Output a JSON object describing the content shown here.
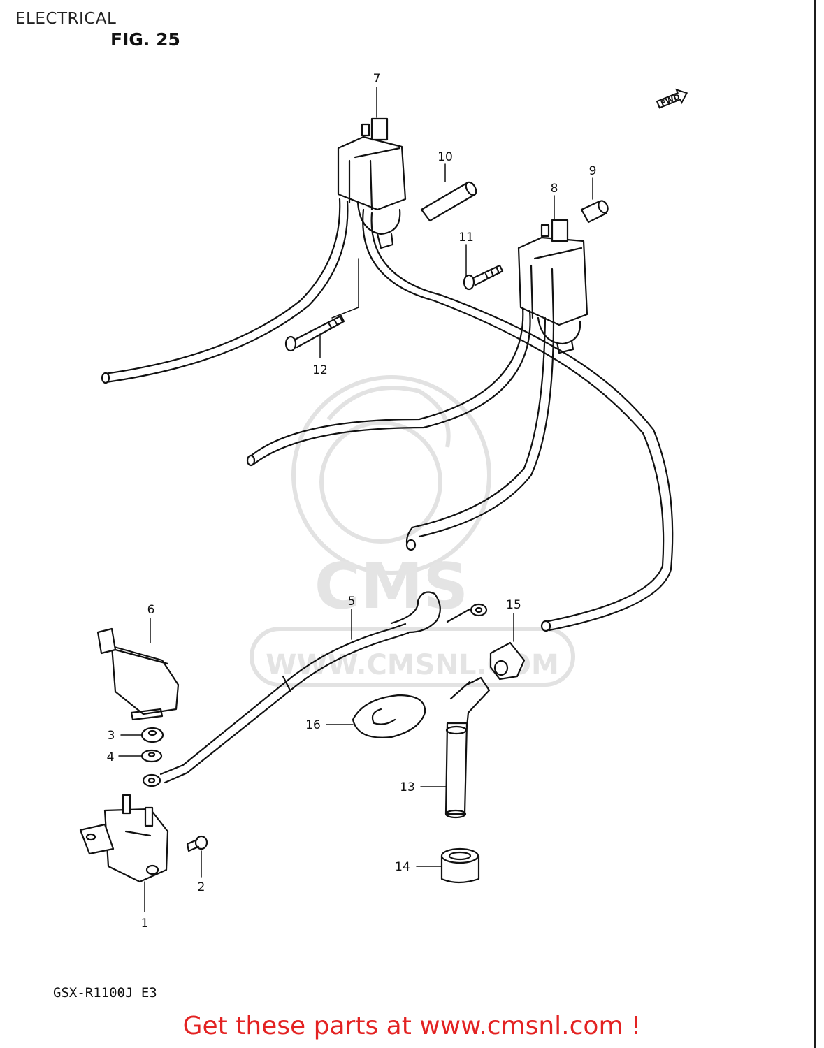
{
  "header": {
    "section": "ELECTRICAL",
    "figure": "FIG. 25"
  },
  "direction_mark": "FWD",
  "watermark": {
    "brand": "CMS",
    "url": "WWW.CMSNL.COM"
  },
  "callouts": [
    "1",
    "2",
    "3",
    "4",
    "5",
    "6",
    "7",
    "8",
    "9",
    "10",
    "11",
    "12",
    "13",
    "14",
    "15",
    "16"
  ],
  "model_code": "GSX-R1100J E3",
  "footer": {
    "text": "Get these parts at www.cmsnl.com !"
  },
  "colors": {
    "footer": "#e32222",
    "linework": "#111111",
    "watermark": "#e4e4e4"
  }
}
